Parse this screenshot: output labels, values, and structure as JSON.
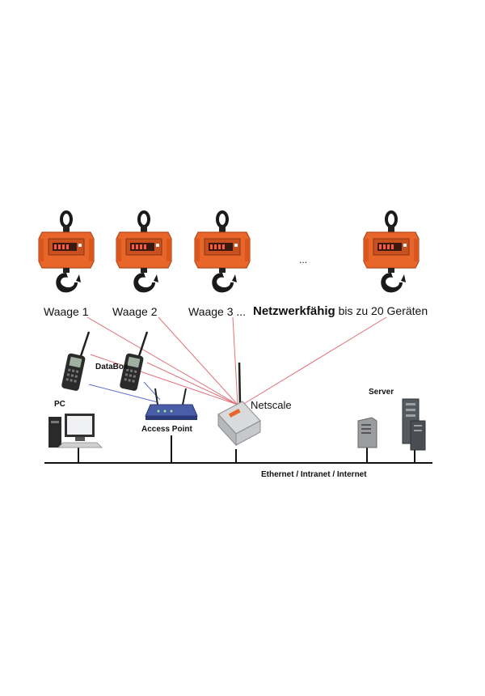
{
  "labels": {
    "waage1": "Waage 1",
    "waage2": "Waage 2",
    "waage3": "Waage 3 ...",
    "netzwerkfaehig": "Netzwerkfähig",
    "bis": "bis zu 20 Geräten",
    "ellipsis": "...",
    "databox": "DataBox",
    "access_point": "Access Point",
    "netscale": "Netscale",
    "pc": "PC",
    "server": "Server",
    "ethernet": "Ethernet / Intranet / Internet"
  },
  "colors": {
    "scale_body": "#e8662a",
    "hook": "#1a1a1a",
    "radio_link": "#e2707a",
    "wireless_link": "#5a6fd0",
    "network": "#111111"
  }
}
